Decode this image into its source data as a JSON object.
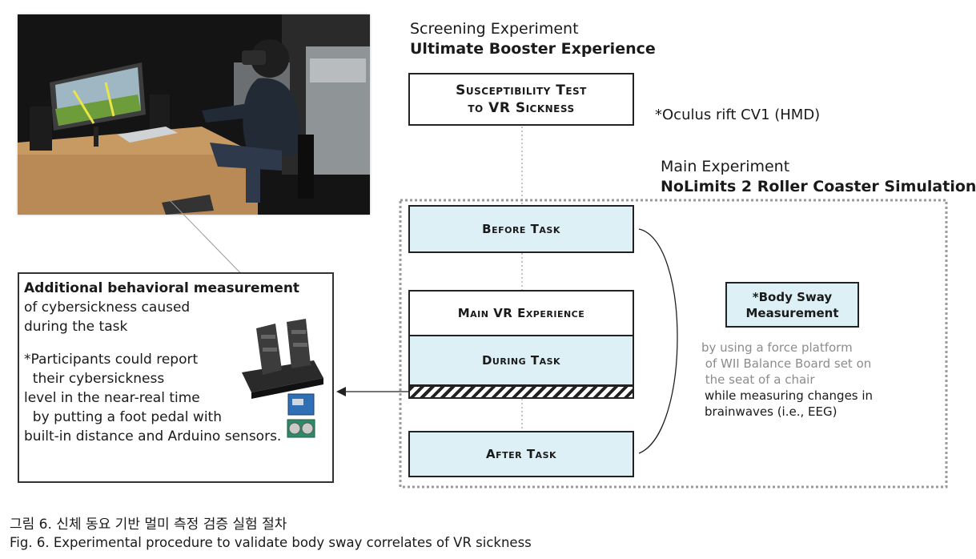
{
  "screening": {
    "label": "Screening Experiment",
    "name": "Ultimate Booster Experience"
  },
  "boxes": {
    "susceptibility": [
      "Susceptibility Test",
      "to VR Sickness"
    ],
    "before": "Before Task",
    "main_vr": "Main VR Experience",
    "during": "During Task",
    "after": "After Task"
  },
  "oculus_note": "*Oculus rift CV1 (HMD)",
  "main_experiment": {
    "label": "Main Experiment",
    "name": "NoLimits 2 Roller Coaster Simulation"
  },
  "body_sway": {
    "title_1": "*Body Sway",
    "title_2": "Measurement",
    "desc": [
      "by using a force platform",
      " of WII Balance Board set on",
      " the seat of a chair",
      "while measuring changes in",
      "brainwaves (i.e., EEG)"
    ]
  },
  "left_panel": {
    "title": "Additional behavioral measurement",
    "lines": [
      "of cybersickness caused",
      "during the task",
      "*Participants could report",
      "  their cybersickness",
      "level in the near-real time",
      "  by putting a foot pedal with",
      "built-in distance and Arduino sensors."
    ]
  },
  "caption": {
    "korean": "그림 6. 신체 동요 기반 멀미 측정 검증 실험 절차",
    "english": "Fig. 6. Experimental procedure to validate body sway correlates of VR sickness"
  },
  "colors": {
    "box_fill": "#dcf0f6",
    "border": "#222222",
    "gray_text": "#8c8c8c",
    "dotted": "#9a9a9a"
  }
}
